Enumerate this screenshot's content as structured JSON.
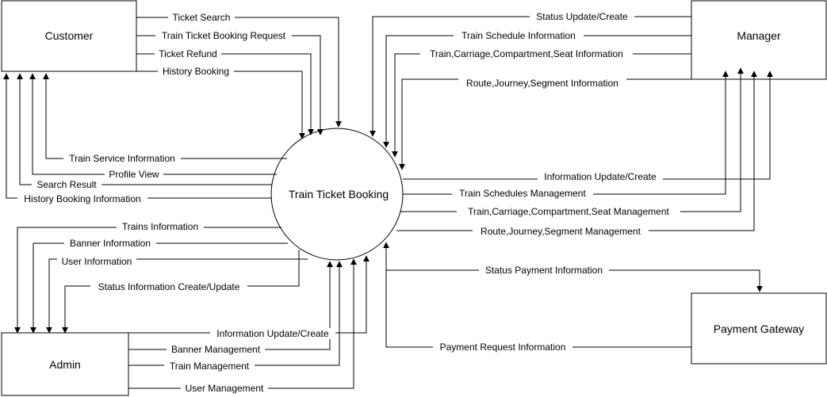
{
  "entities": {
    "customer": "Customer",
    "manager": "Manager",
    "admin": "Admin",
    "payment_gateway": "Payment Gateway",
    "center": "Train Ticket Booking"
  },
  "flows": {
    "ticket_search": "Ticket Search",
    "train_ticket_booking_request": "Train Ticket Booking Request",
    "ticket_refund": "Ticket Refund",
    "history_booking": "History Booking",
    "train_service_information": "Train Service Information",
    "profile_view": "Profile View",
    "search_result": "Search Result",
    "history_booking_information": "History Booking Information",
    "status_update_create": "Status Update/Create",
    "train_schedule_information": "Train Schedule  Information",
    "train_carriage_info": "Train,Carriage,Compartment,Seat Information",
    "route_journey_info": "Route,Journey,Segment Information",
    "information_update_create_manager": "Information Update/Create",
    "train_schedules_management": "Train Schedules Management",
    "train_carriage_management": "Train,Carriage,Compartment,Seat Management",
    "route_journey_management": "Route,Journey,Segment Management",
    "status_payment_information": "Status Payment Information",
    "payment_request_information": "Payment Request Information",
    "trains_information": "Trains Information",
    "banner_information": "Banner Information",
    "user_information": "User Information",
    "status_information_create_update": "Status Information Create/Update",
    "information_update_create_admin": "Information Update/Create",
    "banner_management": "Banner Management",
    "train_management": "Train Management",
    "user_management": "User Management"
  }
}
